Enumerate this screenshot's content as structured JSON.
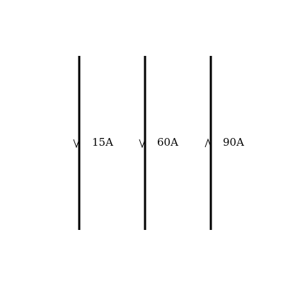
{
  "diagram": {
    "wires": [
      {
        "label": "15A",
        "direction": "down"
      },
      {
        "label": "60A",
        "direction": "down"
      },
      {
        "label": "90A",
        "direction": "up"
      }
    ]
  }
}
